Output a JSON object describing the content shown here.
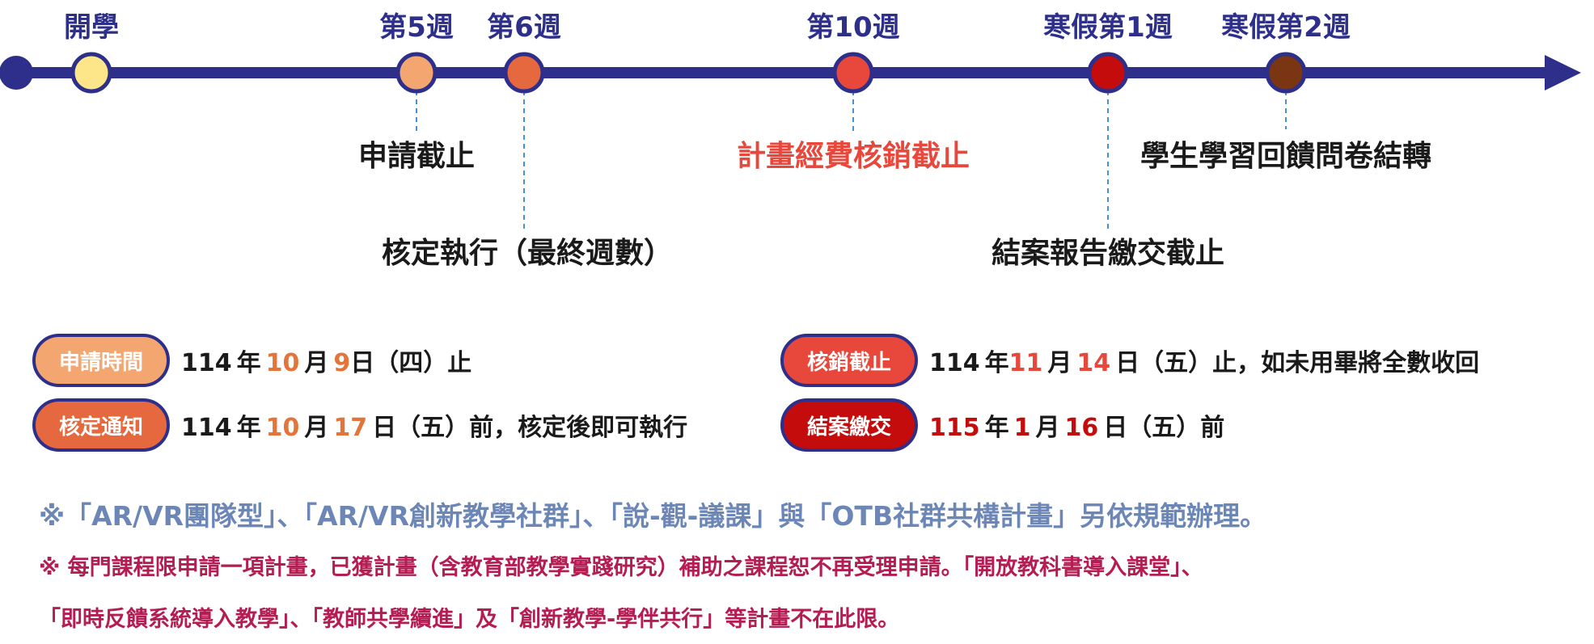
{
  "timeline": {
    "colors": {
      "axis": "#2d2f8a",
      "dashed": "#4a90d9"
    },
    "milestones": [
      {
        "label": "開學",
        "color": "#fde68a"
      },
      {
        "label": "第5週",
        "color": "#f4a670"
      },
      {
        "label": "第6週",
        "color": "#e5683f"
      },
      {
        "label": "第10週",
        "color": "#e8473c"
      },
      {
        "label": "寒假第1週",
        "color": "#c40c0c"
      },
      {
        "label": "寒假第2週",
        "color": "#7a3512"
      }
    ],
    "events": [
      {
        "label": "申請截止"
      },
      {
        "label": "核定執行（最終週數）"
      },
      {
        "label": "計畫經費核銷截止"
      },
      {
        "label": "結案報告繳交截止"
      },
      {
        "label": "學生學習回饋問卷結轉"
      }
    ]
  },
  "deadlines": {
    "apply": {
      "badge": "申請時間",
      "badge_color": "#f4a670",
      "year": "114",
      "y": "年",
      "month": "10",
      "m": "月",
      "day": "9",
      "rest": "日（四）止"
    },
    "approve": {
      "badge": "核定通知",
      "badge_color": "#e5683f",
      "year": "114",
      "y": "年",
      "month": "10",
      "m": "月",
      "day": "17",
      "rest": "日（五）前，核定後即可執行"
    },
    "reimburse": {
      "badge": "核銷截止",
      "badge_color": "#e8473c",
      "year": "114",
      "y": "年",
      "month": "11",
      "m": "月",
      "day": "14",
      "rest": "日（五）止，如未用畢將全數收回"
    },
    "close": {
      "badge": "結案繳交",
      "badge_color": "#c40c0c",
      "year": "115",
      "y": "年",
      "month": "1",
      "m": "月",
      "day": "16",
      "rest": "日（五）前"
    }
  },
  "notes": {
    "note1": "※「AR/VR團隊型」、「AR/VR創新教學社群」、「說-觀-議課」與「OTB社群共構計畫」另依規範辦理。",
    "note2": "※ 每門課程限申請一項計畫，已獲計畫（含教育部教學實踐研究）補助之課程恕不再受理申請。「開放教科書導入課堂」、",
    "note3": "「即時反饋系統導入教學」、「教師共學續進」及「創新教學-學伴共行」等計畫不在此限。"
  }
}
